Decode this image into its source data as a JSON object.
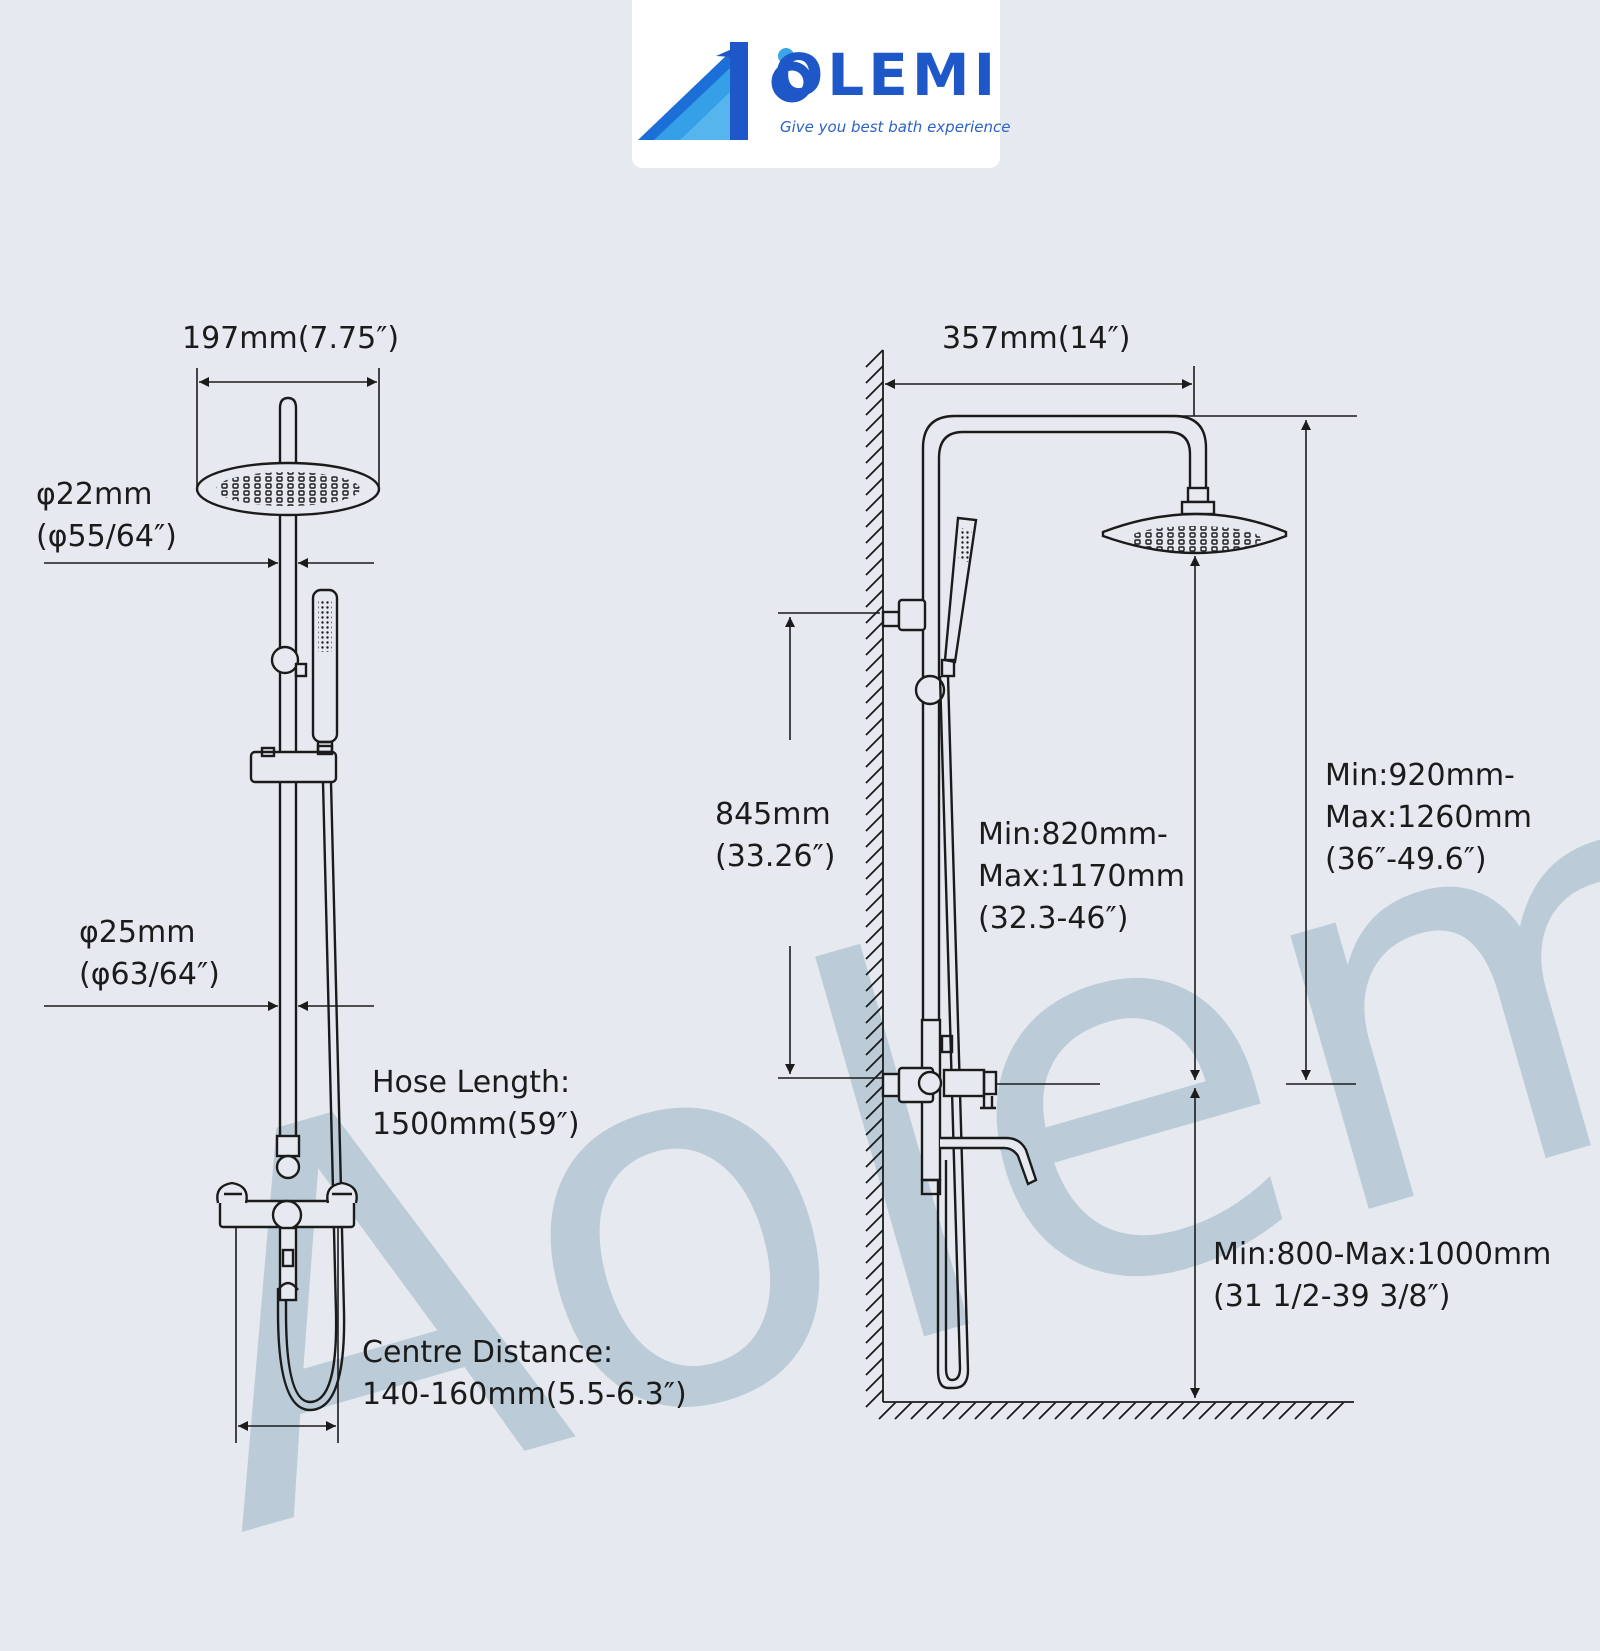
{
  "brand": {
    "logo_text": "OLEMI",
    "tagline": "Give you best bath experience",
    "watermark": "Aolemi",
    "accent_color": "#1e57c8"
  },
  "front_view": {
    "width_label": "197mm(7.75″)",
    "top_pipe_label": [
      "φ22mm",
      "(φ55/64″)"
    ],
    "bottom_pipe_label": [
      "φ25mm",
      "(φ63/64″)"
    ],
    "hose_label": [
      "Hose Length:",
      "1500mm(59″)"
    ],
    "centre_label": [
      "Centre Distance:",
      "140-160mm(5.5-6.3″)"
    ]
  },
  "side_view": {
    "reach_label": "357mm(14″)",
    "bracket_label": [
      "845mm",
      "(33.26″)"
    ],
    "height_inner_label": [
      "Min:820mm-",
      "Max:1170mm",
      "(32.3-46″)"
    ],
    "height_outer_label": [
      "Min:920mm-",
      "Max:1260mm",
      "(36″-49.6″)"
    ],
    "floor_label": [
      "Min:800-Max:1000mm",
      "(31 1/2-39 3/8″)"
    ]
  }
}
